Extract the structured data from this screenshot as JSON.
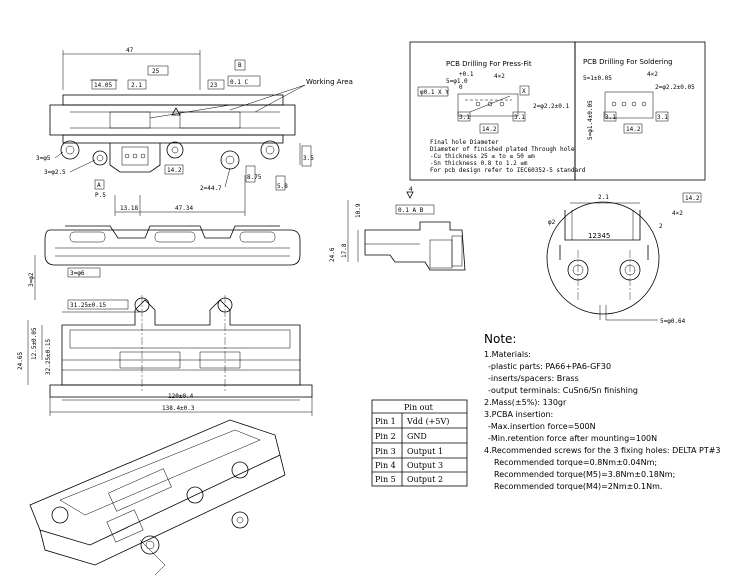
{
  "top_view": {
    "dims": [
      "47",
      "14.05",
      "25",
      "2.1",
      "23",
      "3.5",
      "14.2",
      "2=44.7",
      "5.8",
      "P.5",
      "13.18",
      "47.34",
      "8.75",
      "3=φ5",
      "3=φ2.5",
      "A",
      "B"
    ],
    "frame_B": "B",
    "frame_A": "A",
    "tolerance_box": "0.1 C",
    "working_area": "Working Area"
  },
  "pcb_press_fit": {
    "title": "PCB Drilling For Press-Fit",
    "dims": [
      "5=φ1.0",
      "+0.1",
      "0",
      "4×2",
      "2=φ2.2±0.1",
      "3.1",
      "14.2",
      "3.1",
      "X"
    ],
    "datum": "φ0.1 X Y",
    "notes": [
      "Final hole Diameter",
      "Diameter of finished plated Through hole",
      "-Cu thickness 25 ≤ to ≤ 50 ≤m",
      "-Sn thickness 0.8 to 1.2 ≤m",
      "For pcb design refer to IEC60352-5 standard"
    ]
  },
  "pcb_soldering": {
    "title": "PCB Drilling For Soldering",
    "dims": [
      "5=1±0.05",
      "4×2",
      "2=φ2.2±0.05",
      "5=φ1.4±0.05",
      "3.1",
      "14.2",
      "3.1"
    ]
  },
  "side_view": {
    "dims": [
      "10.9",
      "24.6",
      "17.8",
      "4",
      "0.1 A B"
    ]
  },
  "detail_view": {
    "dims": [
      "14.2",
      "2.1",
      "4×2",
      "2",
      "12345",
      "φ2",
      "5=φ0.64"
    ]
  },
  "front_view": {
    "dims": [
      "3=φ2",
      "3=φ6"
    ]
  },
  "bottom_view": {
    "dims": [
      "31.25±0.15",
      "12.5±0.05",
      "24.65",
      "32.25±0.15",
      "120±0.4",
      "138.4±0.3"
    ]
  },
  "notes": {
    "heading": "Note:",
    "lines": [
      "1.Materials:",
      "-plastic parts: PA66+PA6-GF30",
      "-inserts/spacers: Brass",
      "-output terminals: CuSn6/Sn finishing",
      "2.Mass(±5%): 130gr",
      "3.PCBA insertion:",
      "-Max.insertion force=500N",
      "-Min.retention force after mounting=100N",
      "4.Recommended screws for the 3 fixing holes: DELTA PT#3",
      "Recommended torque=0.8Nm±0.04Nm;",
      "Recommended torque(M5)=3.8Nm±0.18Nm;",
      "Recommended torque(M4)=2Nm±0.1Nm."
    ]
  },
  "pin_table": {
    "header": "Pin out",
    "rows": [
      [
        "Pin 1",
        "Vdd (+5V)"
      ],
      [
        "Pin 2",
        "GND"
      ],
      [
        "Pin 3",
        "Output 1"
      ],
      [
        "Pin 4",
        "Output 3"
      ],
      [
        "Pin 5",
        "Output 2"
      ]
    ]
  }
}
